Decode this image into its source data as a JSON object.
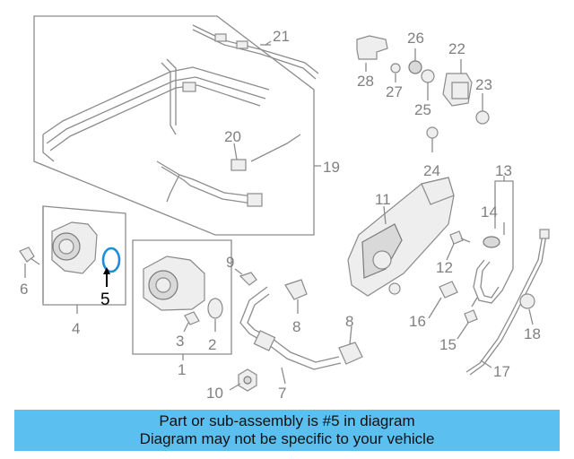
{
  "diagram": {
    "highlight_color": "#1a8fd8",
    "callouts": {
      "c1": "1",
      "c2": "2",
      "c3": "3",
      "c4": "4",
      "c5": "5",
      "c6": "6",
      "c7": "7",
      "c8a": "8",
      "c8b": "8",
      "c9": "9",
      "c10": "10",
      "c11": "11",
      "c12": "12",
      "c13": "13",
      "c14": "14",
      "c15": "15",
      "c16": "16",
      "c17": "17",
      "c18": "18",
      "c19": "19",
      "c20": "20",
      "c21": "21",
      "c22": "22",
      "c23": "23",
      "c24": "24",
      "c25": "25",
      "c26": "26",
      "c27": "27",
      "c28": "28"
    }
  },
  "banner": {
    "line1": "Part or sub-assembly is #5 in diagram",
    "line2": "Diagram may not be specific to your vehicle",
    "background": "#5bc0f0"
  }
}
